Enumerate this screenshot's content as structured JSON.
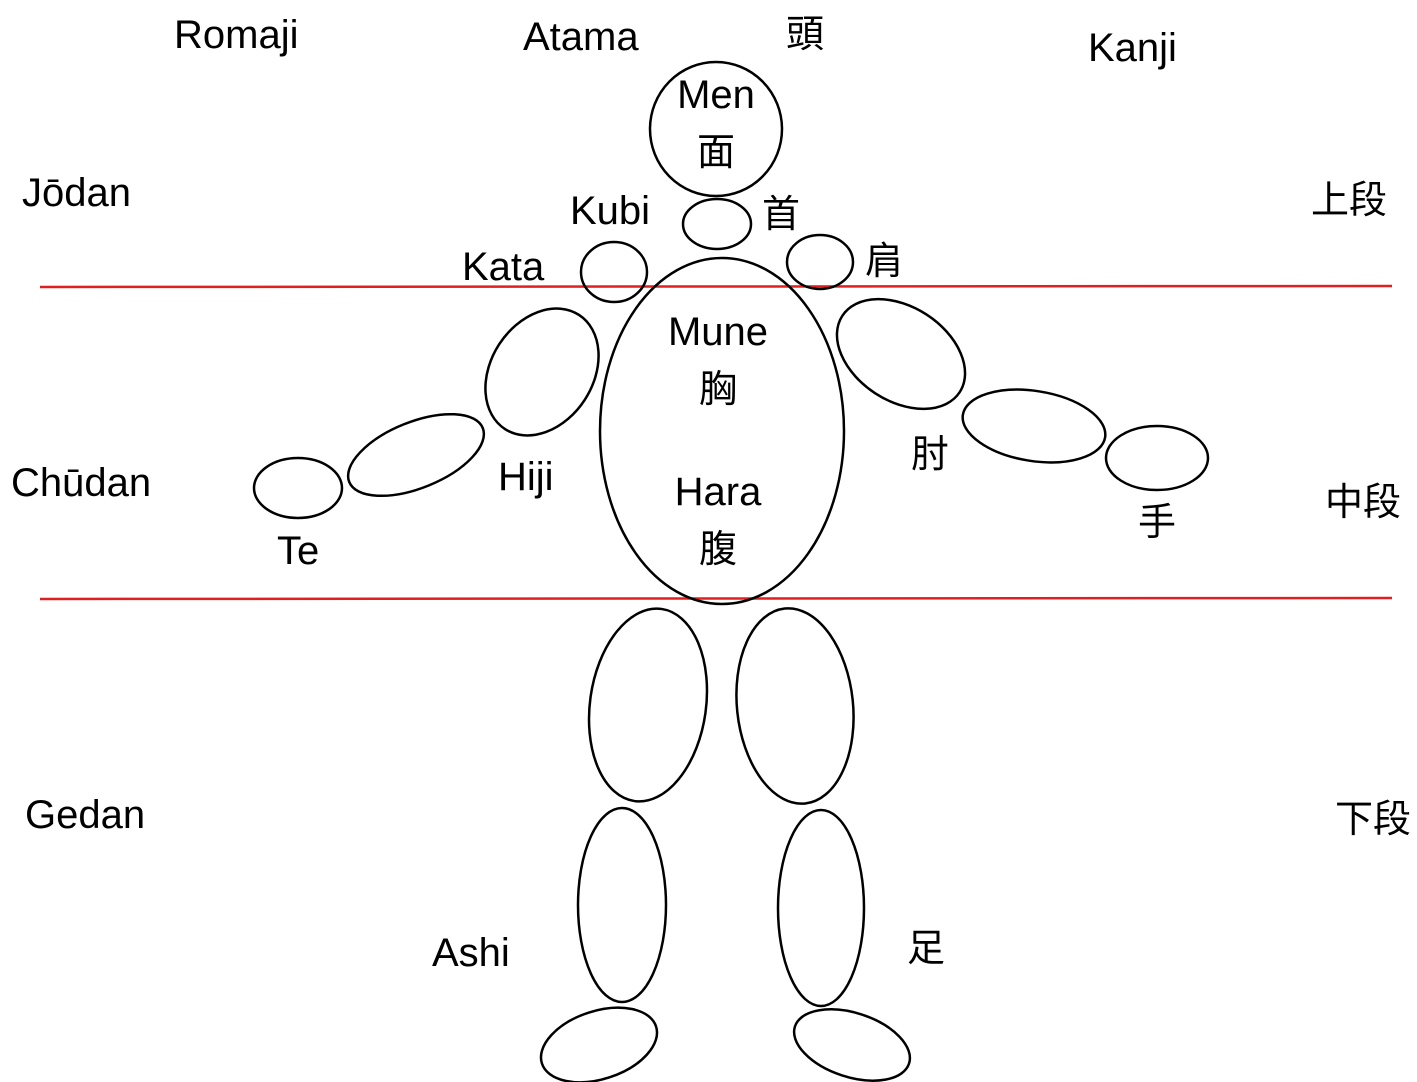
{
  "colors": {
    "zone_line": "#e02020",
    "outline": "#000000",
    "text": "#000000",
    "background": "#ffffff"
  },
  "headers": {
    "romaji": "Romaji",
    "kanji": "Kanji"
  },
  "zones": {
    "jodan": {
      "romaji": "Jōdan",
      "kanji": "上段"
    },
    "chudan": {
      "romaji": "Chūdan",
      "kanji": "中段"
    },
    "gedan": {
      "romaji": "Gedan",
      "kanji": "下段"
    }
  },
  "parts": {
    "atama": {
      "romaji": "Atama",
      "kanji": "頭"
    },
    "men": {
      "romaji": "Men",
      "kanji": "面"
    },
    "kubi": {
      "romaji": "Kubi",
      "kanji": "首"
    },
    "kata": {
      "romaji": "Kata",
      "kanji": "肩"
    },
    "mune": {
      "romaji": "Mune",
      "kanji": "胸"
    },
    "hara": {
      "romaji": "Hara",
      "kanji": "腹"
    },
    "hiji": {
      "romaji": "Hiji",
      "kanji": "肘"
    },
    "te": {
      "romaji": "Te",
      "kanji": "手"
    },
    "ashi": {
      "romaji": "Ashi",
      "kanji": "足"
    }
  }
}
